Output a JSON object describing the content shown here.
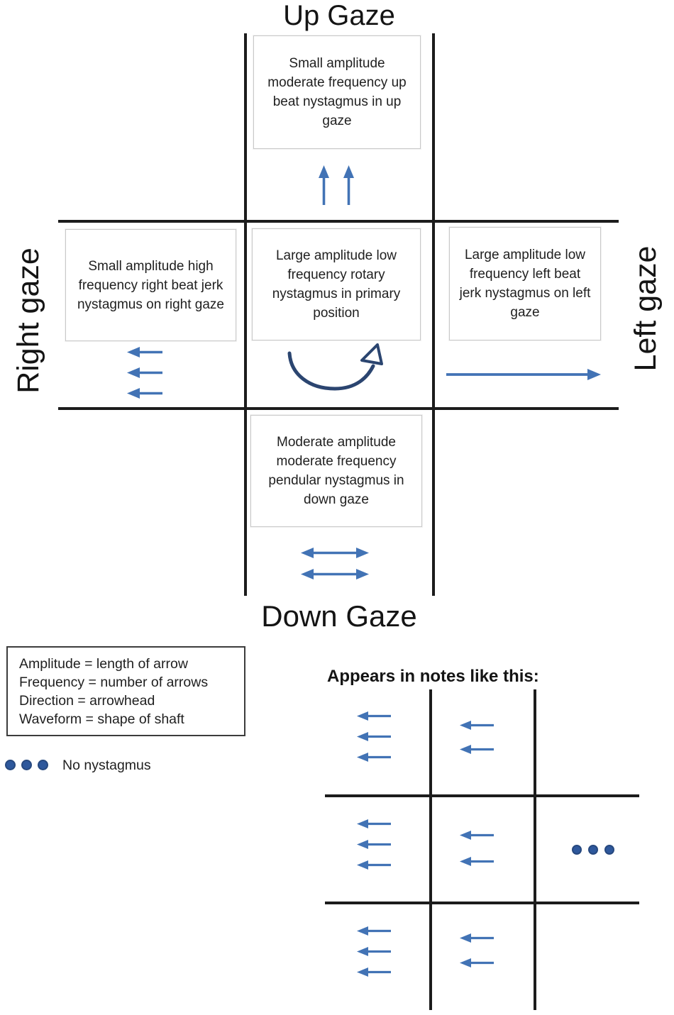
{
  "titles": {
    "up": "Up Gaze",
    "down": "Down Gaze"
  },
  "labels": {
    "right_gaze": "Right gaze",
    "left_gaze": "Left gaze"
  },
  "cells": {
    "up": {
      "text": "Small amplitude moderate frequency up beat nystagmus in up gaze",
      "symbol": {
        "type": "arrow",
        "dir": "up",
        "count": 2,
        "length": 58,
        "thickness": 17
      }
    },
    "right": {
      "text": "Small amplitude high frequency right beat jerk nystagmus on right gaze",
      "symbol": {
        "type": "arrow",
        "dir": "left",
        "count": 3,
        "length": 52,
        "thickness": 17
      }
    },
    "center": {
      "text": "Large amplitude low frequency rotary nystagmus in primary position",
      "symbol": {
        "type": "rotary"
      }
    },
    "left": {
      "text": "Large amplitude low frequency left beat jerk nystagmus on left gaze",
      "symbol": {
        "type": "arrow",
        "dir": "right",
        "count": 1,
        "length": 220,
        "thickness": 18
      }
    },
    "down": {
      "text": "Moderate amplitude moderate frequency pendular nystagmus in down gaze",
      "symbol": {
        "type": "arrow",
        "dir": "both",
        "count": 2,
        "length": 98,
        "thickness": 17
      }
    }
  },
  "legend": {
    "lines": [
      "Amplitude = length of arrow",
      "Frequency = number of arrows",
      "Direction = arrowhead",
      "Waveform = shape of shaft"
    ]
  },
  "no_nystagmus": {
    "label": "No nystagmus",
    "symbol": {
      "type": "dots",
      "count": 3,
      "size": 15
    }
  },
  "notes": {
    "heading": "Appears in notes like this:",
    "grid": [
      [
        {
          "type": "arrow",
          "dir": "left",
          "count": 3,
          "length": 50,
          "thickness": 15
        },
        {
          "type": "arrow",
          "dir": "left",
          "count": 2,
          "length": 50,
          "thickness": 15
        },
        {
          "type": "none"
        }
      ],
      [
        {
          "type": "arrow",
          "dir": "left",
          "count": 3,
          "length": 50,
          "thickness": 15
        },
        {
          "type": "arrow",
          "dir": "left",
          "count": 2,
          "length": 50,
          "thickness": 15
        },
        {
          "type": "dots",
          "count": 3,
          "size": 14
        }
      ],
      [
        {
          "type": "arrow",
          "dir": "left",
          "count": 3,
          "length": 50,
          "thickness": 15
        },
        {
          "type": "arrow",
          "dir": "left",
          "count": 2,
          "length": 50,
          "thickness": 15
        },
        {
          "type": "none"
        }
      ]
    ]
  },
  "colors": {
    "arrow": "#4273b5",
    "rotary": "#2b4570",
    "dot": "#2e589c",
    "line": "#1c1c1c"
  }
}
